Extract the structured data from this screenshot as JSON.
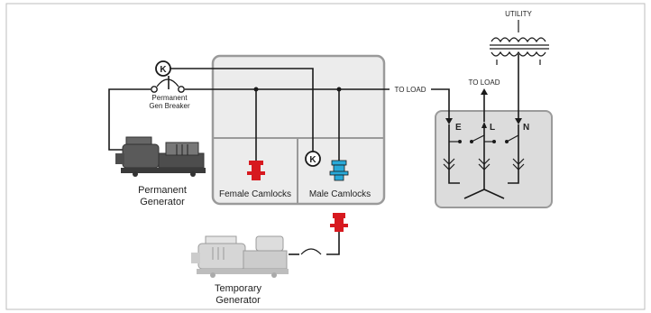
{
  "labels": {
    "utility": "UTILITY",
    "to_load_top": "TO LOAD",
    "to_load_right": "TO LOAD",
    "permanent_gen_breaker_1": "Permanent",
    "permanent_gen_breaker_2": "Gen Breaker",
    "contactor_k": "K",
    "contactor_k2": "K",
    "female_camlocks": "Female Camlocks",
    "male_camlocks": "Male Camlocks",
    "permanent_generator_1": "Permanent",
    "permanent_generator_2": "Generator",
    "temporary_generator_1": "Temporary",
    "temporary_generator_2": "Generator",
    "switch_e": "E",
    "switch_l": "L",
    "switch_n": "N"
  },
  "colors": {
    "female_camlock": "#d7191f",
    "male_camlock": "#29a9d8",
    "enclosure_fill": "#ececec",
    "enclosure_stroke": "#9a9a9a",
    "switch_box_fill": "#dcdcdc",
    "generator_dark": "#555555",
    "generator_light": "#cfcfcf"
  },
  "icons": [
    "contactor-k-icon",
    "breaker-icon",
    "transformer-icon",
    "camlock-female-icon",
    "camlock-male-icon",
    "generator-icon",
    "transfer-switch-icon"
  ]
}
